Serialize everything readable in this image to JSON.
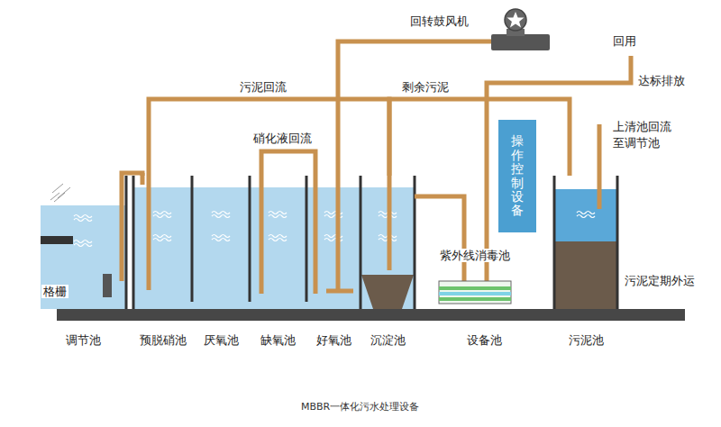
{
  "diagram": {
    "caption": "MBBR一体化污水处理设备",
    "nodes": [
      {
        "text": [
          "调节池"
        ]
      },
      {
        "text": [
          "预脱硝池"
        ]
      },
      {
        "text": [
          "厌氧池"
        ]
      },
      {
        "text": [
          "缺氧池"
        ]
      },
      {
        "text": [
          "好氧池"
        ]
      },
      {
        "text": [
          "沉淀池"
        ]
      },
      {
        "text": [
          "设备池"
        ]
      },
      {
        "text": [
          "紫外线消毒池"
        ],
        "in": 6
      },
      {
        "text": [
          "操作控制设备"
        ],
        "in": 6
      },
      {
        "text": [
          "污泥池"
        ]
      },
      {
        "text": [
          "回转鼓风机"
        ]
      }
    ],
    "edges": [
      {
        "from": 5,
        "to": 1,
        "label": "污泥回流",
        "arrow": "none"
      },
      {
        "from": 5,
        "to": 9,
        "label": "剩余污泥",
        "arrow": "none"
      },
      {
        "from": 4,
        "to": 3,
        "label": "硝化液回流",
        "arrow": "none"
      },
      {
        "from": 0,
        "to": 1,
        "arrow": "none"
      },
      {
        "from": 10,
        "to": 4,
        "arrow": "none"
      },
      {
        "from": 5,
        "to": 7,
        "arrow": "none"
      }
    ],
    "labels": [
      "格栅",
      "回用",
      "达标排放",
      "上清池回流至调节池",
      "污泥定期外运"
    ]
  }
}
